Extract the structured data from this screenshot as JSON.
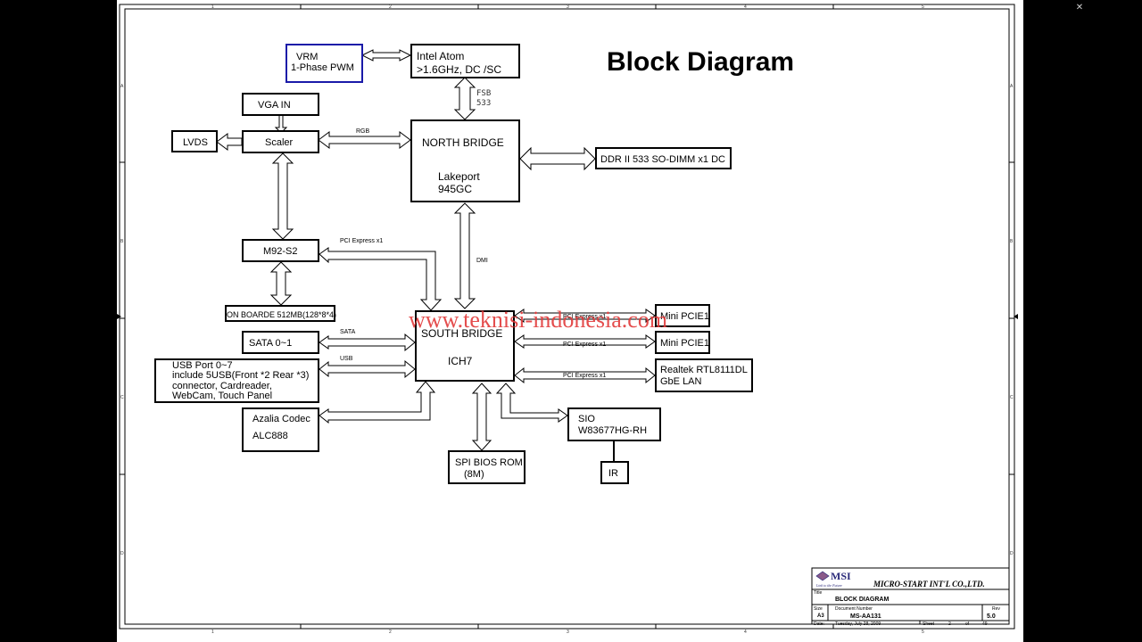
{
  "title": "Block Diagram",
  "watermark": "www.teknisi-indonesia.com",
  "blocks": {
    "vrm": [
      "VRM",
      "1-Phase PWM"
    ],
    "cpu": [
      "Intel Atom",
      ">1.6GHz, DC /SC"
    ],
    "vga_in": "VGA IN",
    "lvds": "LVDS",
    "scaler": "Scaler",
    "north_bridge": [
      "NORTH BRIDGE",
      "Lakeport",
      "945GC"
    ],
    "ddr": "DDR II 533 SO-DIMM x1 DC",
    "m92": "M92-S2",
    "onboard_mem": "ON BOARDE 512MB(128*8*4)",
    "sata": "SATA 0~1",
    "usb": [
      "USB Port 0~7",
      "include 5USB(Front *2 Rear *3)",
      "connector, Cardreader,",
      "WebCam, Touch Panel"
    ],
    "azalia": [
      "Azalia Codec",
      "ALC888"
    ],
    "south_bridge": [
      "SOUTH BRIDGE",
      "ICH7"
    ],
    "mini_pcie_a": "Mini PCIE1",
    "mini_pcie_b": "Mini PCIE1",
    "realtek": [
      "Realtek RTL8111DL",
      "GbE LAN"
    ],
    "sio": [
      "SIO",
      "W83677HG-RH"
    ],
    "ir": "IR",
    "spi": [
      "SPI BIOS ROM",
      "(8M)"
    ]
  },
  "links": {
    "fsb": [
      "FSB",
      "533"
    ],
    "rgb": "RGB",
    "pcie_m92": "PCI Express x1",
    "dmi": "DMI",
    "sata": "SATA",
    "usb": "USB",
    "pcie_1": "PCI Express x1",
    "pcie_2": "PCI Express x1",
    "pcie_3": "PCI Express x1"
  },
  "border": {
    "columns": [
      "1",
      "2",
      "3",
      "4",
      "5"
    ],
    "rows": [
      "A",
      "B",
      "C",
      "D"
    ]
  },
  "title_block": {
    "brand": "MSI",
    "tagline": "Link to the Future",
    "company": "MICRO-START INT'L CO.,LTD.",
    "title_label": "Title",
    "title": "BLOCK DIAGRAM",
    "size_label": "Size",
    "size": "A3",
    "doc_label": "Document Number",
    "doc_number": "MS-AA131",
    "rev_label": "Rev",
    "rev": "5.0",
    "date_label": "Date:",
    "date": "Tuesday, July 28, 2009",
    "sheet_label": "Sheet",
    "sheet": "2",
    "of_label": "of",
    "total_sheets": "49"
  },
  "colors": {
    "sheet": "#ffffff",
    "background": "#000000",
    "vrm_border": "#1a1aa8",
    "watermark": "#e23a3a"
  },
  "icons": {
    "viewer_close": "close-icon"
  }
}
